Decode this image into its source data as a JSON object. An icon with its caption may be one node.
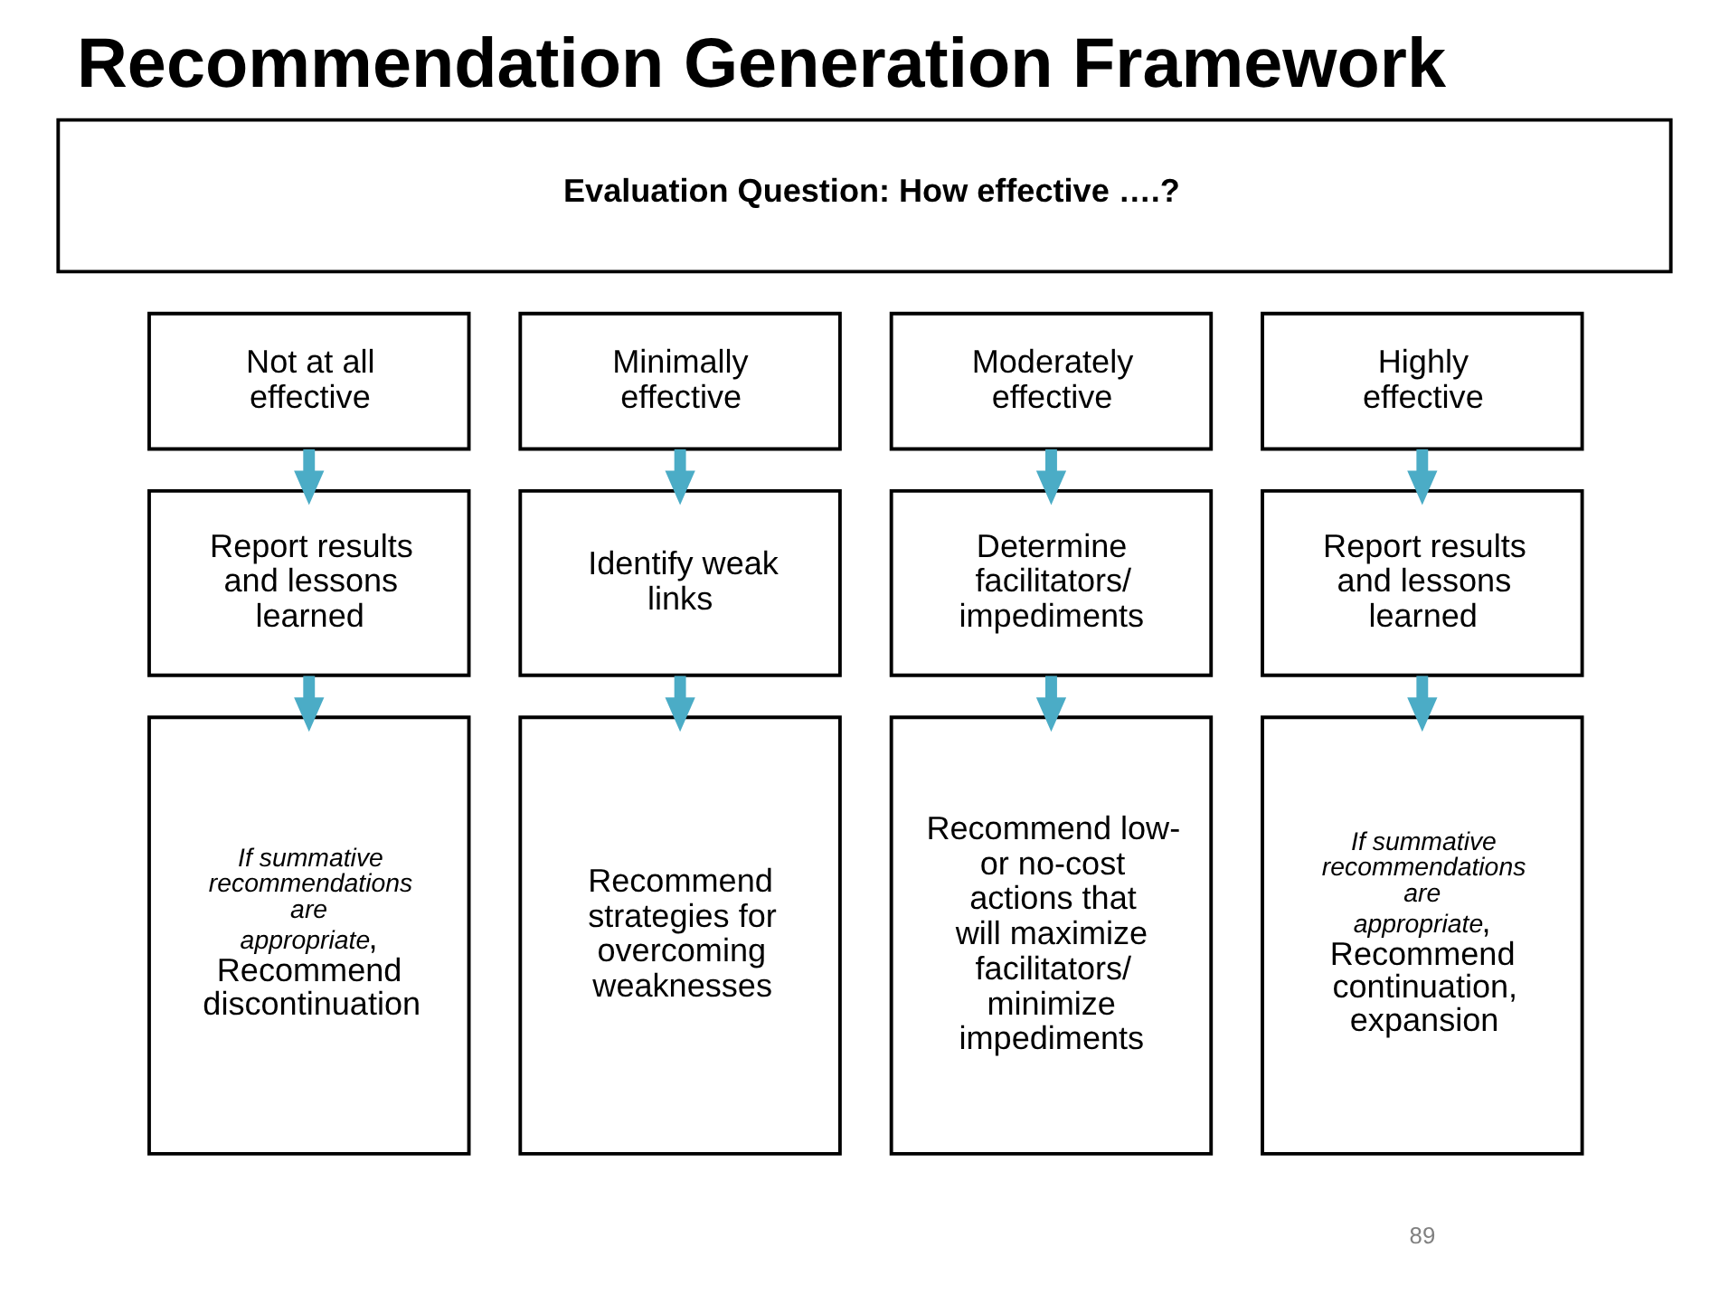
{
  "diagram": {
    "title": "Recommendation Generation Framework",
    "nodes": [
      {
        "text": [
          "Evaluation Question: How effective ….?"
        ]
      },
      {
        "text": [
          "Not at all effective"
        ]
      },
      {
        "text": [
          "Minimally effective"
        ]
      },
      {
        "text": [
          "Moderately effective"
        ]
      },
      {
        "text": [
          "Highly effective"
        ]
      },
      {
        "text": [
          "Report results and lessons learned"
        ]
      },
      {
        "text": [
          "Identify weak links"
        ]
      },
      {
        "text": [
          "Determine facilitators/ impediments"
        ]
      },
      {
        "text": [
          "Report results and lessons learned"
        ]
      },
      {
        "text": [
          "*If summative recommendations are appropriate*, Recommend discontinuation"
        ]
      },
      {
        "text": [
          "Recommend strategies for overcoming weaknesses"
        ]
      },
      {
        "text": [
          "Recommend low- or no-cost actions that will maximize facilitators/ minimize impediments"
        ]
      },
      {
        "text": [
          "*If summative recommendations are appropriate*, Recommend continuation, expansion"
        ]
      }
    ],
    "edges": [
      {
        "from": 1,
        "to": 5,
        "arrow": "to"
      },
      {
        "from": 5,
        "to": 9,
        "arrow": "to"
      },
      {
        "from": 2,
        "to": 6,
        "arrow": "to"
      },
      {
        "from": 6,
        "to": 10,
        "arrow": "to"
      },
      {
        "from": 3,
        "to": 7,
        "arrow": "to"
      },
      {
        "from": 7,
        "to": 11,
        "arrow": "to"
      },
      {
        "from": 4,
        "to": 8,
        "arrow": "to"
      },
      {
        "from": 8,
        "to": 12,
        "arrow": "to"
      }
    ],
    "labels": [
      "89"
    ]
  }
}
